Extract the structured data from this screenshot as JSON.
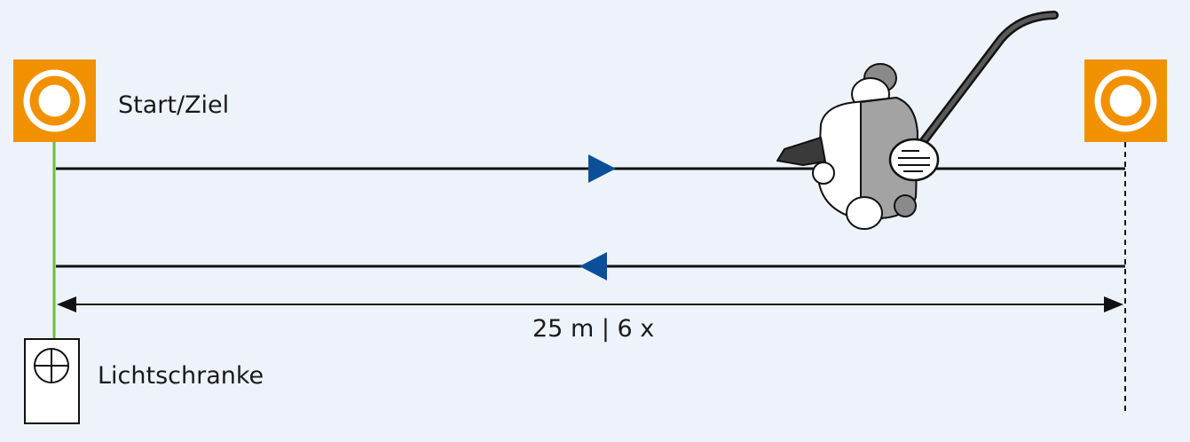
{
  "labels": {
    "start_finish": "Start/Ziel",
    "distance_reps": "25 m | 6 x",
    "light_barrier": "Lichtschranke"
  },
  "colors": {
    "background": "#eef3fb",
    "cone_orange": "#f29100",
    "arrow_blue": "#0b4f9a",
    "light_beam_green": "#6cbf3a",
    "line_black": "#111111"
  },
  "icons": {
    "start_cone": "orange-target-cone",
    "end_cone": "orange-target-cone",
    "light_barrier": "crosshair-sensor-box",
    "player": "ice-hockey-player-topview"
  }
}
